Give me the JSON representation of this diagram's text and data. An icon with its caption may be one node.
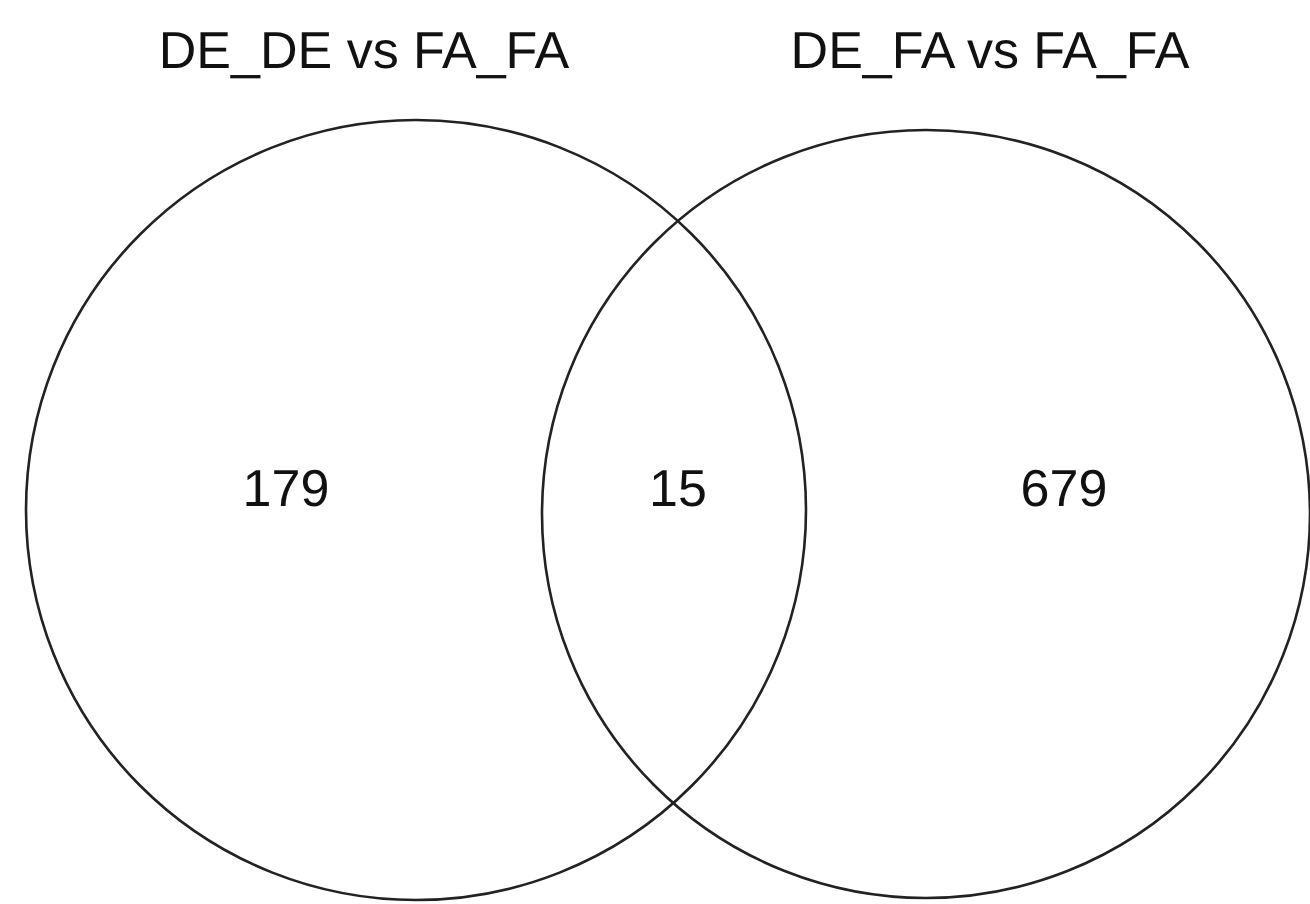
{
  "diagram": {
    "nodes": [
      {
        "text": [
          "DE_DE vs FA_FA",
          "179"
        ]
      },
      {
        "text": [
          "DE_FA vs FA_FA",
          "679"
        ]
      }
    ],
    "labels": [
      "15"
    ]
  }
}
